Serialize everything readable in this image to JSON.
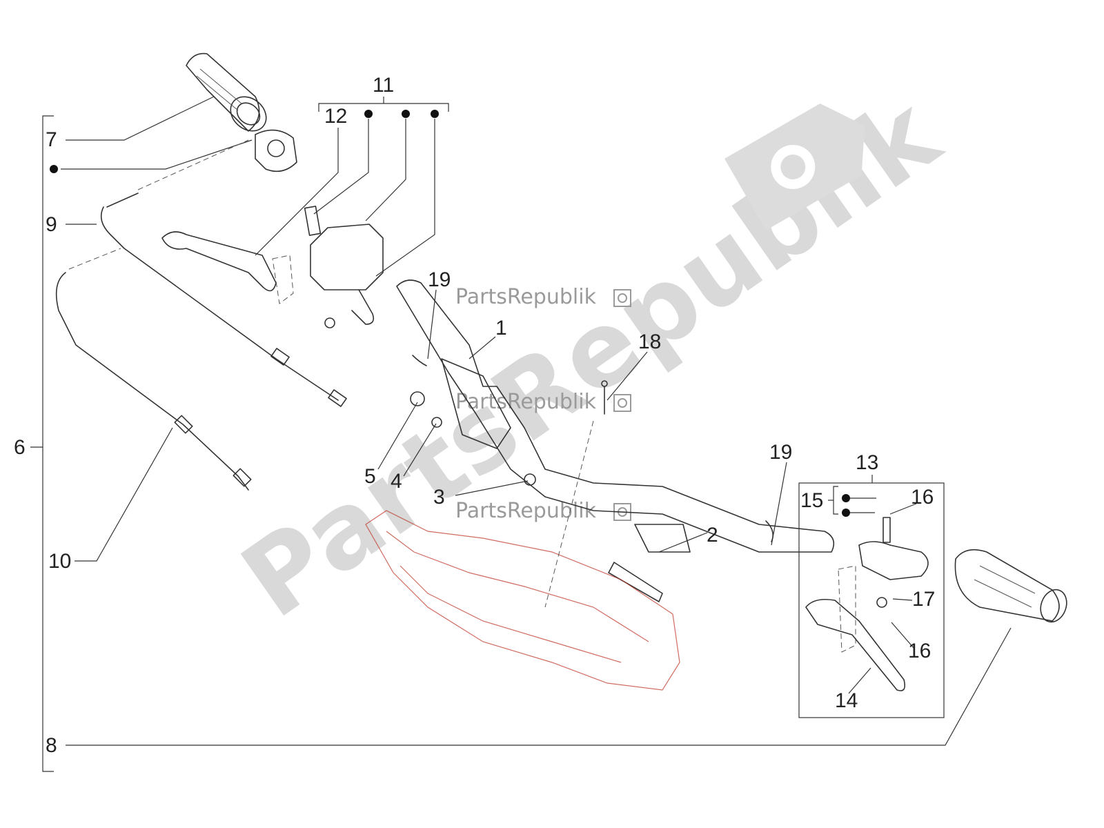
{
  "watermark": {
    "big_text": "PartsRepublik",
    "small_text": "PartsRepublik"
  },
  "callouts": [
    "1",
    "2",
    "3",
    "4",
    "5",
    "6",
    "7",
    "8",
    "9",
    "10",
    "11",
    "12",
    "13",
    "14",
    "15",
    "16",
    "16",
    "17",
    "18",
    "19",
    "19"
  ],
  "colors": {
    "line": "#333333",
    "watermark": "#d9d9d9",
    "frame": "#c0392b"
  }
}
